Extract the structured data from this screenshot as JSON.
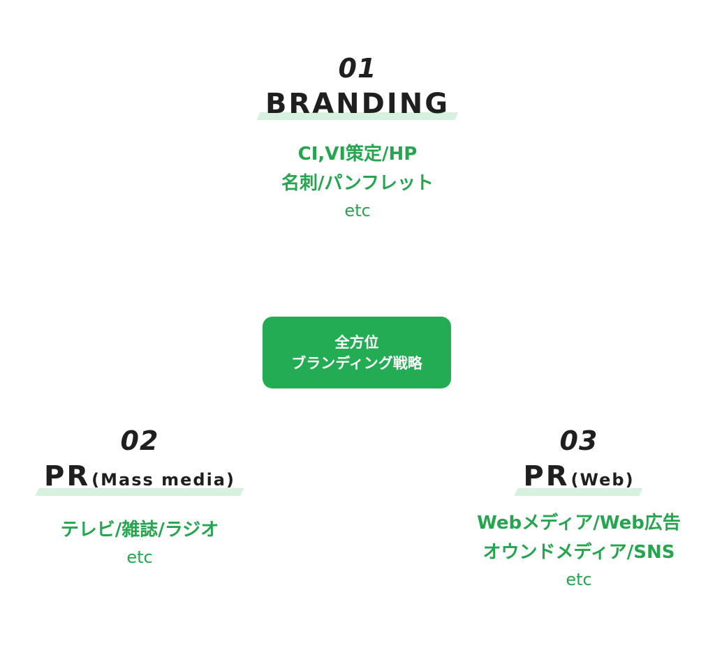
{
  "center": {
    "line1": "全方位",
    "line2": "ブランディング戦略"
  },
  "sections": [
    {
      "number": "01",
      "title": "BRANDING",
      "subtitle": "",
      "items": [
        "CI,VI策定/HP",
        "名刺/パンフレット"
      ],
      "etc": "etc"
    },
    {
      "number": "02",
      "title": "PR",
      "subtitle": "(Mass media)",
      "items": [
        "テレビ/雑誌/ラジオ"
      ],
      "etc": "etc"
    },
    {
      "number": "03",
      "title": "PR",
      "subtitle": "(Web)",
      "items": [
        "Webメディア/Web広告",
        "オウンドメディア/SNS"
      ],
      "etc": "etc"
    }
  ]
}
